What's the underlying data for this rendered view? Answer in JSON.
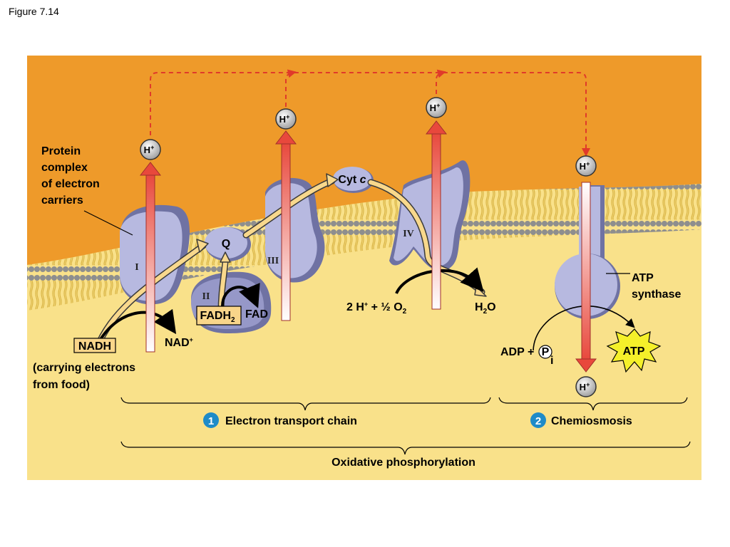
{
  "figure_label": "Figure 7.14",
  "labels": {
    "protein_complex_line1": "Protein",
    "protein_complex_line2": "complex",
    "protein_complex_line3": "of electron",
    "protein_complex_line4": "carriers",
    "complex_1": "I",
    "complex_2": "II",
    "complex_3": "III",
    "complex_4": "IV",
    "q": "Q",
    "cyt": "Cyt",
    "cyt_c": "c",
    "nadh": "NADH",
    "nad": "NAD",
    "nad_sup": "+",
    "fadh": "FADH",
    "fadh_sub": "2",
    "fad": "FAD",
    "carrying_line1": "(carrying electrons",
    "carrying_line2": "from food)",
    "oxygen_prefix": "2 H",
    "oxygen_sup": "+",
    "oxygen_mid": " + ½ O",
    "oxygen_sub": "2",
    "water_h": "H",
    "water_sub": "2",
    "water_o": "O",
    "atp_synthase_line1": "ATP",
    "atp_synthase_line2": "synthase",
    "adp": "ADP +",
    "phosphate": "P",
    "phosphate_sub": "i",
    "atp": "ATP",
    "h_ion": "H",
    "h_ion_sup": "+",
    "step1_number": "1",
    "step1_label": "Electron transport chain",
    "step2_number": "2",
    "step2_label": "Chemiosmosis",
    "oxidative": "Oxidative phosphorylation"
  },
  "colors": {
    "intermembrane": "#ee9a2a",
    "matrix": "#f9e18a",
    "protein": "#b7b9e0",
    "protein_dark": "#6f72a3",
    "lipid_head": "#8e8e8e",
    "lipid_tail": "#d9b444",
    "electron_path": "#f8d88c",
    "proton_arrow": "#e8483c",
    "proton_dashed": "#e03a2a",
    "step_badge": "#1e8bc8",
    "atp_burst": "#f5f02a",
    "label_box": "#f9d58a"
  }
}
